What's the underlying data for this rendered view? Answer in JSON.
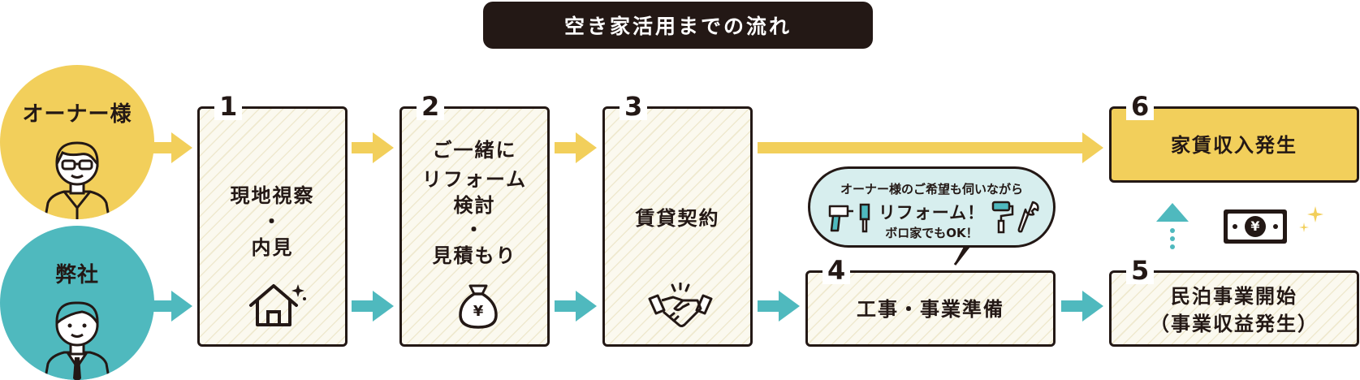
{
  "title": "空き家活用までの流れ",
  "actors": {
    "owner": "オーナー様",
    "company": "弊社"
  },
  "steps": [
    {
      "num": "1",
      "lines": [
        "現地視察",
        "・",
        "内見"
      ]
    },
    {
      "num": "2",
      "lines": [
        "ご一緒に",
        "リフォーム",
        "検討",
        "・",
        "見積もり"
      ]
    },
    {
      "num": "3",
      "lines": [
        "賃貸契約"
      ]
    },
    {
      "num": "4",
      "lines": [
        "工事・事業準備"
      ]
    },
    {
      "num": "5",
      "lines": [
        "民泊事業開始",
        "（事業収益発生）"
      ]
    },
    {
      "num": "6",
      "lines": [
        "家賃収入発生"
      ]
    }
  ],
  "bubble": {
    "top": "オーナー様のご希望も伺いながら",
    "main": "リフォーム！",
    "sub": "ボロ家でもOK！"
  },
  "money_symbol": "¥",
  "colors": {
    "dark": "#231815",
    "yellow": "#f2cf5b",
    "teal": "#4fb9be",
    "bubble": "#d7eeee"
  },
  "icons": [
    "house-icon",
    "money-bag-icon",
    "handshake-icon",
    "drill-icon",
    "paint-roller-icon",
    "wrench-icon",
    "banknote-icon",
    "sparkle-icon"
  ]
}
